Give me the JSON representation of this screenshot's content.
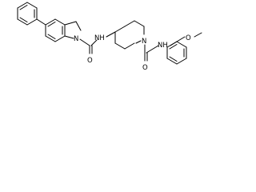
{
  "molecule": {
    "atom_labels": {
      "n_indoline": "N",
      "o_amide1": "O",
      "nh_amide1": "NH",
      "n_piperidine": "N",
      "o_amide2": "O",
      "nh_amide2": "NH",
      "o_methoxy": "O"
    }
  }
}
